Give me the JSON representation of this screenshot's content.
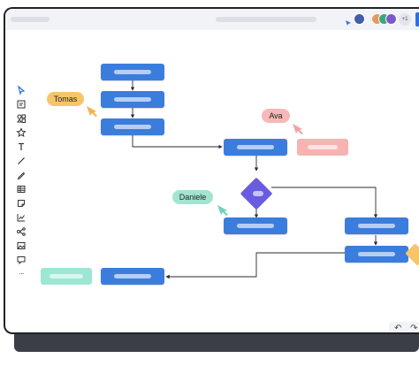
{
  "collaborators": {
    "overflow_badge": "+1",
    "avatar_colors": [
      "#3f5fa8",
      "#e59a5d",
      "#3aa77b",
      "#7a5bc7"
    ]
  },
  "labels": {
    "tomas": "Tomas",
    "ava": "Ava",
    "daniele": "Daniele"
  },
  "label_colors": {
    "tomas": "#f6c56a",
    "ava": "#f6b9b8",
    "daniele": "#a3e4d0"
  },
  "accent": "#3b7ddd",
  "decision_color": "#6a5be3",
  "toolbar": {
    "tools": [
      "select-icon",
      "sticky-note-icon",
      "shapes-icon",
      "star-icon",
      "text-icon",
      "line-icon",
      "pen-icon",
      "table-icon",
      "note-icon",
      "chart-icon",
      "mind-map-icon",
      "image-icon",
      "comment-icon",
      "more-icon"
    ],
    "more_label": "···"
  },
  "history": {
    "undo": "↶",
    "redo": "↷"
  }
}
